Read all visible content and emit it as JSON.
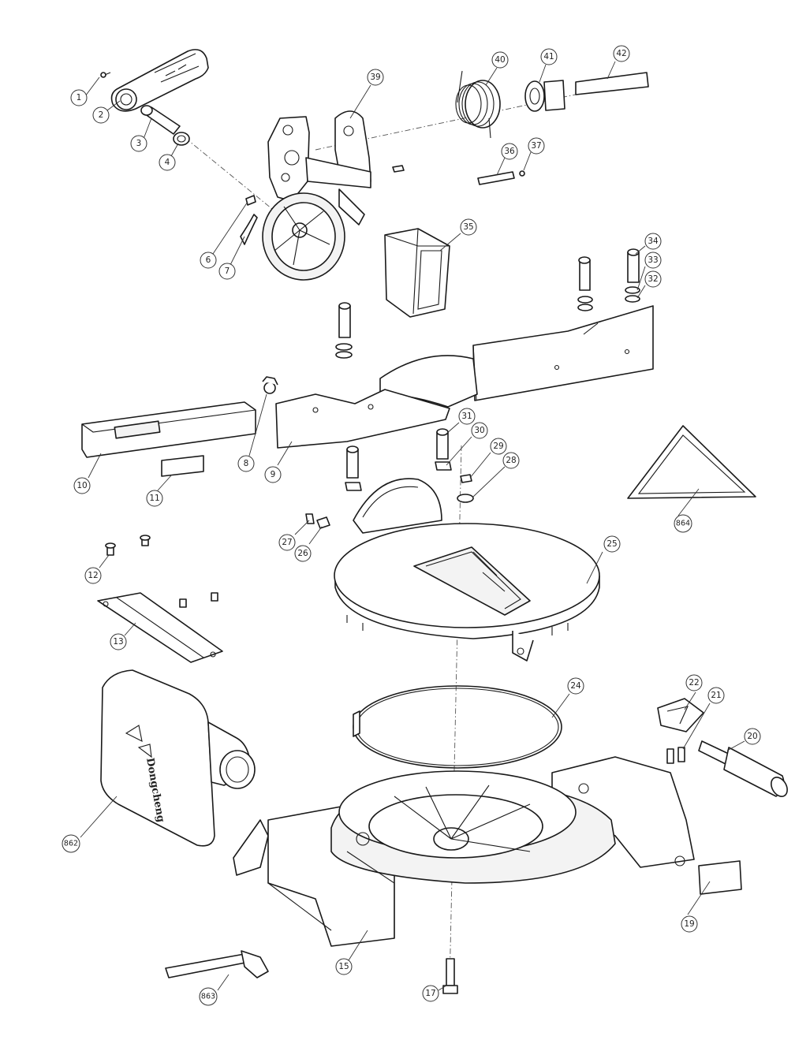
{
  "callouts": [
    {
      "label": "1"
    },
    {
      "label": "2"
    },
    {
      "label": "3"
    },
    {
      "label": "4"
    },
    {
      "label": "6"
    },
    {
      "label": "7"
    },
    {
      "label": "39"
    },
    {
      "label": "40"
    },
    {
      "label": "41"
    },
    {
      "label": "42"
    },
    {
      "label": "36"
    },
    {
      "label": "37"
    },
    {
      "label": "35"
    },
    {
      "label": "34"
    },
    {
      "label": "33"
    },
    {
      "label": "32"
    },
    {
      "label": "8"
    },
    {
      "label": "9"
    },
    {
      "label": "10"
    },
    {
      "label": "11"
    },
    {
      "label": "31"
    },
    {
      "label": "30"
    },
    {
      "label": "29"
    },
    {
      "label": "28"
    },
    {
      "label": "864"
    },
    {
      "label": "27"
    },
    {
      "label": "26"
    },
    {
      "label": "12"
    },
    {
      "label": "13"
    },
    {
      "label": "25"
    },
    {
      "label": "24"
    },
    {
      "label": "22"
    },
    {
      "label": "21"
    },
    {
      "label": "20"
    },
    {
      "label": "862"
    },
    {
      "label": "19"
    },
    {
      "label": "15"
    },
    {
      "label": "863"
    },
    {
      "label": "17"
    }
  ],
  "dust_bag": {
    "logo_text": "Dongcheng"
  }
}
